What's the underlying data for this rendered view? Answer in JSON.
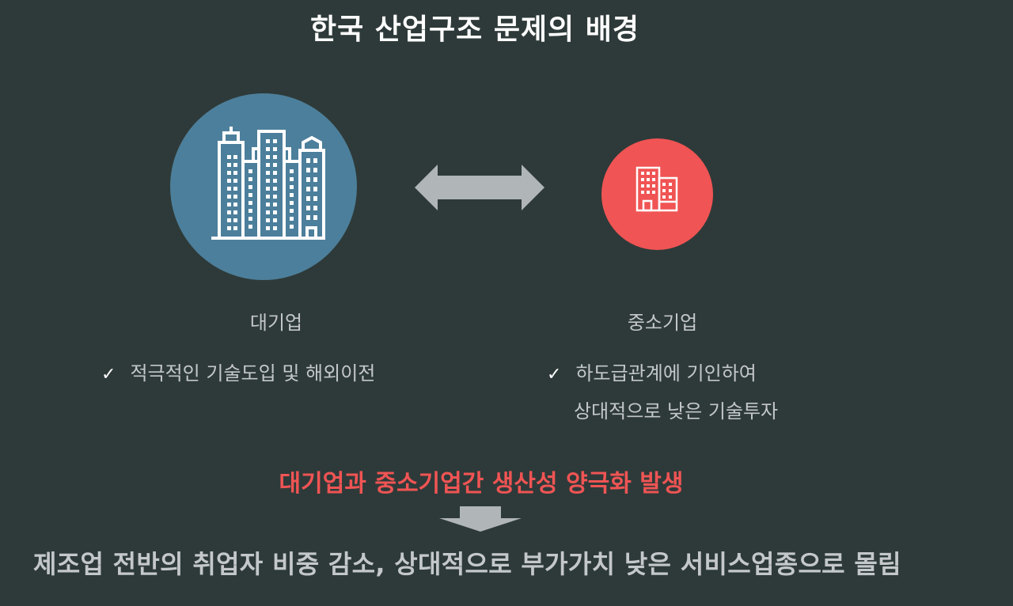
{
  "slide": {
    "title": "한국 산업구조 문제의 배경",
    "colors": {
      "background": "#2e3a39",
      "large_company_circle": "#4c7f9b",
      "sme_circle": "#f05454",
      "arrow": "#b0b5b8",
      "highlight_text": "#f05454",
      "body_text": "#c4c8ca"
    },
    "large_company": {
      "icon": "skyscrapers-icon",
      "label": "대기업",
      "bullet_mark": "✓",
      "bullets": [
        "적극적인 기술도입 및 해외이전"
      ]
    },
    "connector": {
      "icon": "double-arrow-icon"
    },
    "sme": {
      "icon": "office-building-icon",
      "label": "중소기업",
      "bullet_mark": "✓",
      "bullets": [
        "하도급관계에 기인하여",
        "상대적으로 낮은 기술투자"
      ]
    },
    "result": {
      "highlight": "대기업과 중소기업간 생산성 양극화 발생",
      "arrow_icon": "down-arrow-icon",
      "conclusion": "제조업 전반의 취업자 비중 감소, 상대적으로 부가가치 낮은 서비스업종으로 몰림"
    }
  }
}
